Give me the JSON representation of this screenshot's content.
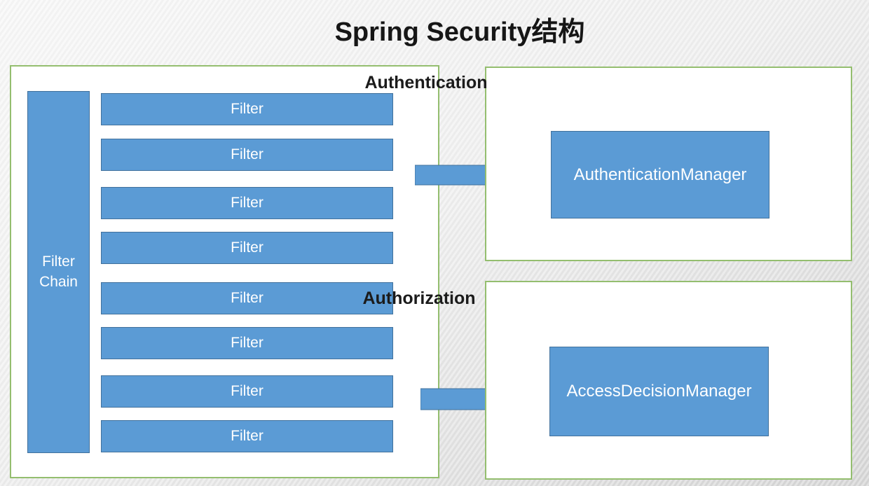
{
  "title": "Spring Security结构",
  "colors": {
    "box_fill": "#5b9bd5",
    "box_border": "#41719c",
    "frame_border": "#94be6f",
    "title_text": "#161616",
    "box_text": "#ffffff"
  },
  "filter_chain": {
    "label": "Filter Chain"
  },
  "filters": [
    "Filter",
    "Filter",
    "Filter",
    "Filter",
    "Filter",
    "Filter",
    "Filter",
    "Filter"
  ],
  "authentication": {
    "title": "Authentication",
    "manager": "AuthenticationManager"
  },
  "authorization": {
    "title": "Authorization",
    "manager": "AccessDecisionManager"
  }
}
